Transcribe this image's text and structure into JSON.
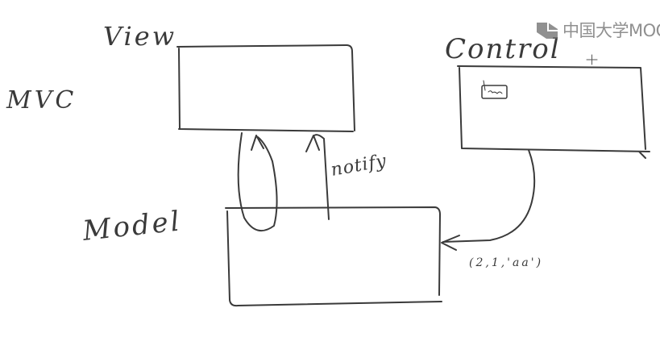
{
  "watermark": {
    "text": "中国大学MOOC",
    "icon": "mooc-logo-icon"
  },
  "labels": {
    "mvc": "MVC",
    "view": "View",
    "control": "Control",
    "model": "Model",
    "notify": "notify",
    "call_args": "(2,1,'aa')"
  },
  "colors": {
    "ink": "#3a3a3a",
    "watermark": "#6b6b6b"
  }
}
